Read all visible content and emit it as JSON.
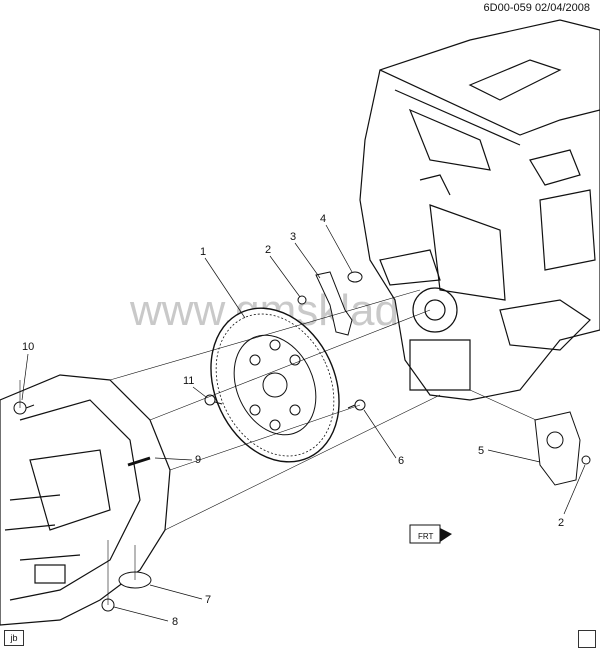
{
  "header": {
    "diagram_code": "6D00-059",
    "date": "02/04/2008"
  },
  "watermark": "www.gmsklad.",
  "callouts": [
    {
      "id": "c1",
      "label": "1"
    },
    {
      "id": "c2a",
      "label": "2"
    },
    {
      "id": "c3",
      "label": "3"
    },
    {
      "id": "c4",
      "label": "4"
    },
    {
      "id": "c5",
      "label": "5"
    },
    {
      "id": "c2b",
      "label": "2"
    },
    {
      "id": "c6",
      "label": "6"
    },
    {
      "id": "c7",
      "label": "7"
    },
    {
      "id": "c8",
      "label": "8"
    },
    {
      "id": "c9",
      "label": "9"
    },
    {
      "id": "c10",
      "label": "10"
    },
    {
      "id": "c11",
      "label": "11"
    }
  ],
  "footer": {
    "tag": "jb"
  },
  "icons": {
    "front_indicator": "front-arrow-icon",
    "logo": "gm-logo-icon"
  }
}
